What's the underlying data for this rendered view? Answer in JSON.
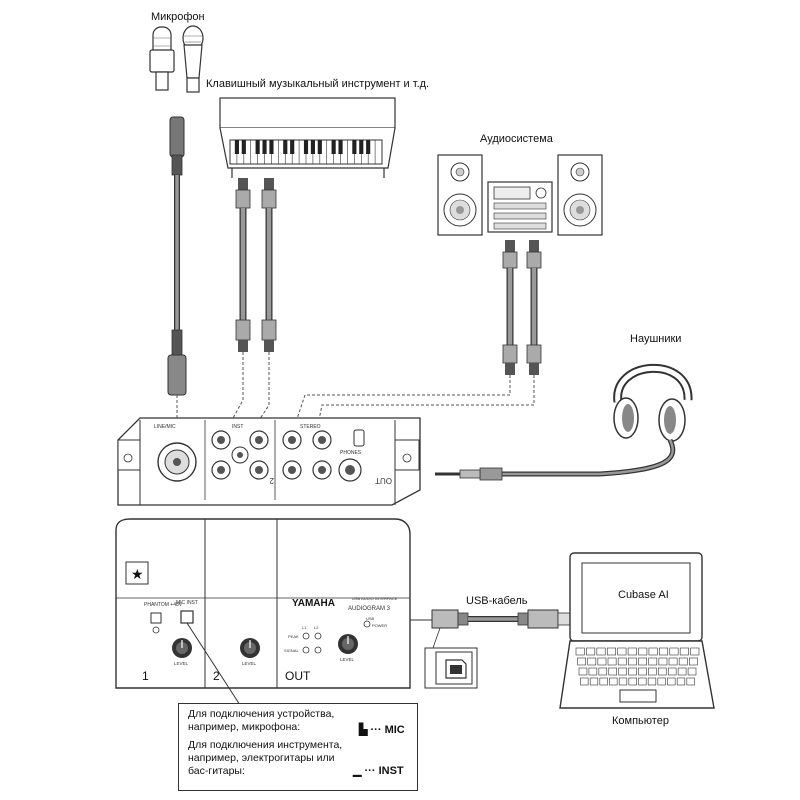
{
  "labels": {
    "microphone": "Микрофон",
    "keyboard": "Клавишный музыкальный инструмент и т.д.",
    "audio_system": "Аудиосистема",
    "headphones": "Наушники",
    "usb_cable": "USB-кабель",
    "computer": "Компьютер",
    "cubase": "Cubase AI"
  },
  "device": {
    "brand": "YAMAHA",
    "model": "AUDIOGRAM 3",
    "subtitle": "USB AUDIO INTERFACE",
    "phantom": "PHANTOM +48V",
    "mic_inst": "MIC INST",
    "level": "LEVEL",
    "peak": "PEAK",
    "signal": "SIGNAL",
    "power": "POWER",
    "usb": "USB",
    "star": "★",
    "ch1": "1",
    "ch2": "2",
    "out": "OUT",
    "rear_out": "OUT",
    "rear_ch2": "2",
    "rear_inst": "INST",
    "rear_line": "LINE/MIC",
    "rear_stereo": "STEREO",
    "rear_phones": "PHONES",
    "l_label": "L1",
    "r_label": "L2"
  },
  "note": {
    "line1": "Для подключения устройства,",
    "line2": "например, микрофона:",
    "line3": "Для подключения инструмента,",
    "line4": "например, электрогитары или",
    "line5": "бас-гитары:",
    "mic_tag": "MIC",
    "inst_tag": "INST"
  }
}
